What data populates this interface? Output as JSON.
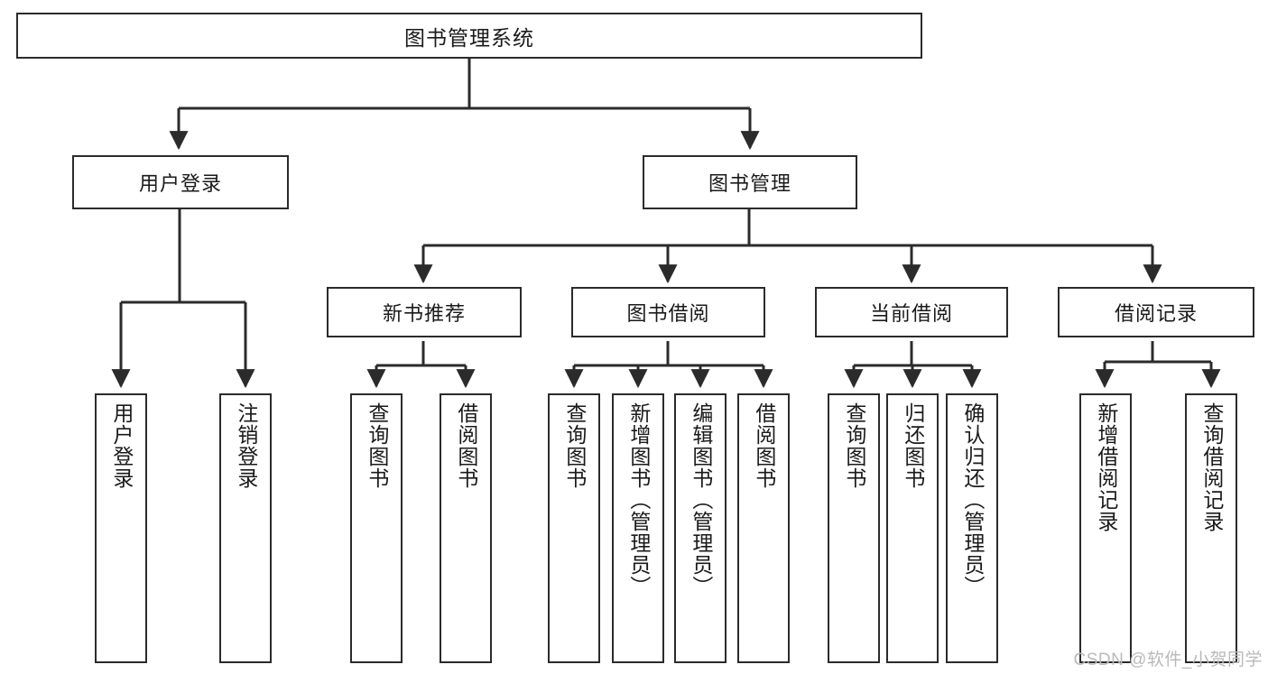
{
  "diagram": {
    "title": "图书管理系统",
    "root": {
      "label": "图书管理系统"
    },
    "level2": [
      {
        "label": "用户登录"
      },
      {
        "label": "图书管理"
      }
    ],
    "level3": [
      {
        "label": "新书推荐"
      },
      {
        "label": "图书借阅"
      },
      {
        "label": "当前借阅"
      },
      {
        "label": "借阅记录"
      }
    ],
    "leaves": {
      "user_login": [
        {
          "label": "用户登录"
        },
        {
          "label": "注销登录"
        }
      ],
      "new_book_recommend": [
        {
          "label": "查询图书"
        },
        {
          "label": "借阅图书"
        }
      ],
      "book_borrow": [
        {
          "label": "查询图书"
        },
        {
          "label": "新增图书（管理员）"
        },
        {
          "label": "编辑图书（管理员）"
        },
        {
          "label": "借阅图书"
        }
      ],
      "current_borrow": [
        {
          "label": "查询图书"
        },
        {
          "label": "归还图书"
        },
        {
          "label": "确认归还（管理员）"
        }
      ],
      "borrow_records": [
        {
          "label": "新增借阅记录"
        },
        {
          "label": "查询借阅记录"
        }
      ]
    }
  },
  "watermark": {
    "text": "CSDN @软件_小贺同学"
  },
  "colors": {
    "stroke": "#2b2b2b",
    "background": "#ffffff",
    "text": "#1a1a1a",
    "watermark": "#b9b9b9"
  }
}
